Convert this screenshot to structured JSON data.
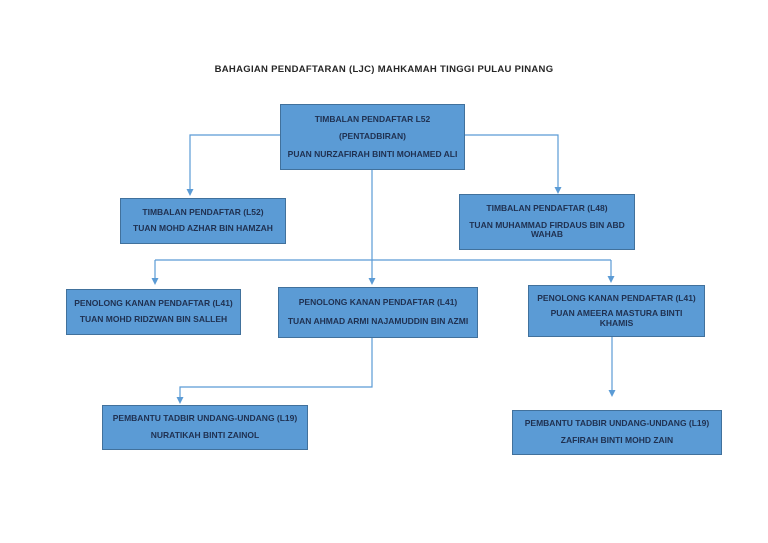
{
  "page": {
    "title": "BAHAGIAN PENDAFTARAN (LJC) MAHKAMAH TINGGI PULAU PINANG"
  },
  "colors": {
    "box_fill": "#5B9BD5",
    "box_border": "#41719C",
    "box_text": "#1F3050",
    "connector": "#5B9BD5",
    "page_bg": "#FFFFFF",
    "title_text": "#262626"
  },
  "org_chart": {
    "type": "organizational-chart",
    "nodes": [
      {
        "id": "timbalan-pendaftar-pentadbiran",
        "level": 1,
        "title": "TIMBALAN PENDAFTAR L52",
        "subtitle": "(PENTADBIRAN)",
        "name": "PUAN NURZAFIRAH BINTI MOHAMED ALI"
      },
      {
        "id": "timbalan-pendaftar-l52",
        "level": 2,
        "title": "TIMBALAN PENDAFTAR (L52)",
        "name": "TUAN MOHD AZHAR BIN HAMZAH"
      },
      {
        "id": "timbalan-pendaftar-l48",
        "level": 2,
        "title": "TIMBALAN PENDAFTAR (L48)",
        "name": "TUAN MUHAMMAD FIRDAUS BIN ABD WAHAB"
      },
      {
        "id": "penolong-kanan-pendaftar-1",
        "level": 3,
        "title": "PENOLONG KANAN PENDAFTAR (L41)",
        "name": "TUAN MOHD RIDZWAN BIN SALLEH"
      },
      {
        "id": "penolong-kanan-pendaftar-2",
        "level": 3,
        "title": "PENOLONG KANAN PENDAFTAR (L41)",
        "name": "TUAN AHMAD ARMI NAJAMUDDIN BIN AZMI"
      },
      {
        "id": "penolong-kanan-pendaftar-3",
        "level": 3,
        "title": "PENOLONG KANAN PENDAFTAR (L41)",
        "name": "PUAN AMEERA MASTURA BINTI KHAMIS"
      },
      {
        "id": "pembantu-tadbir-1",
        "level": 4,
        "title": "PEMBANTU TADBIR UNDANG-UNDANG (L19)",
        "name": "NURATIKAH BINTI ZAINOL"
      },
      {
        "id": "pembantu-tadbir-2",
        "level": 4,
        "title": "PEMBANTU TADBIR UNDANG-UNDANG (L19)",
        "name": "ZAFIRAH BINTI MOHD ZAIN"
      }
    ]
  }
}
